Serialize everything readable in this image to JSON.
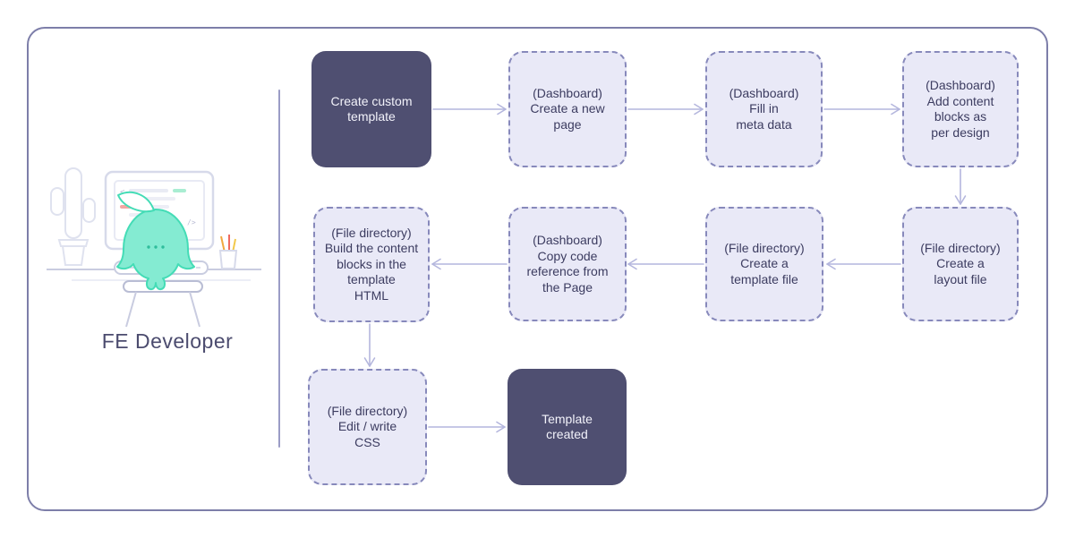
{
  "persona": {
    "label": "FE Developer"
  },
  "flow": {
    "nodes": [
      {
        "id": "create-custom-template",
        "label": "Create custom\ntemplate",
        "style": "solid"
      },
      {
        "id": "dashboard-create-new-page",
        "label": "(Dashboard)\nCreate a new\npage",
        "style": "dashed"
      },
      {
        "id": "dashboard-fill-meta-data",
        "label": "(Dashboard)\nFill in\nmeta data",
        "style": "dashed"
      },
      {
        "id": "dashboard-add-content-blocks",
        "label": "(Dashboard)\nAdd content\nblocks as\nper design",
        "style": "dashed"
      },
      {
        "id": "file-directory-create-layout-file",
        "label": "(File directory)\nCreate a\nlayout file",
        "style": "dashed"
      },
      {
        "id": "file-directory-create-template-file",
        "label": "(File directory)\nCreate a\ntemplate file",
        "style": "dashed"
      },
      {
        "id": "dashboard-copy-code-reference",
        "label": "(Dashboard)\nCopy code\nreference from\nthe Page",
        "style": "dashed"
      },
      {
        "id": "file-directory-build-content-blocks",
        "label": "(File directory)\nBuild the content\nblocks in the\ntemplate\nHTML",
        "style": "dashed"
      },
      {
        "id": "file-directory-edit-write-css",
        "label": "(File directory)\nEdit / write\nCSS",
        "style": "dashed"
      },
      {
        "id": "template-created",
        "label": "Template\ncreated",
        "style": "solid"
      }
    ]
  },
  "colors": {
    "frame_border": "#7d7ea9",
    "divider": "#9b9cc6",
    "node_solid_bg": "#4f4f71",
    "node_solid_text": "#f2f2fa",
    "node_dashed_bg": "#e9e9f7",
    "node_dashed_border": "#8789bb",
    "node_dashed_text": "#3c3c60",
    "arrow": "#b4b6dd",
    "mascot_green_fill": "#84ebd2",
    "mascot_green_stroke": "#44dcb6",
    "persona_text": "#4b4b6e"
  }
}
